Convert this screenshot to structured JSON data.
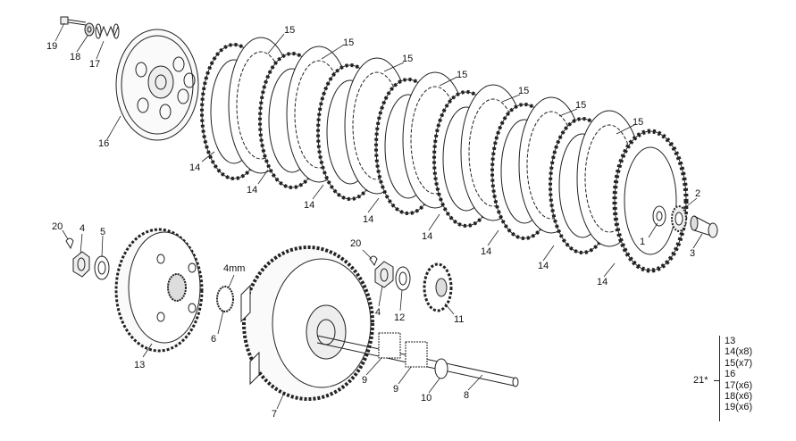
{
  "diagram": {
    "callouts": {
      "p1": "1",
      "p2": "2",
      "p3": "3",
      "p4a": "4",
      "p4b": "4",
      "p5": "5",
      "p6": "6",
      "p6_size": "4mm",
      "p7": "7",
      "p8": "8",
      "p9a": "9",
      "p9b": "9",
      "p10": "10",
      "p11": "11",
      "p12": "12",
      "p13": "13",
      "p16": "16",
      "p17": "17",
      "p18": "18",
      "p19": "19",
      "p20a": "20",
      "p20b": "20",
      "p14": [
        "14",
        "14",
        "14",
        "14",
        "14",
        "14",
        "14",
        "14"
      ],
      "p15": [
        "15",
        "15",
        "15",
        "15",
        "15",
        "15",
        "15"
      ]
    },
    "kit": {
      "label": "21*",
      "items": [
        "13",
        "14(x8)",
        "15(x7)",
        "16",
        "17(x6)",
        "18(x6)",
        "19(x6)"
      ]
    }
  }
}
